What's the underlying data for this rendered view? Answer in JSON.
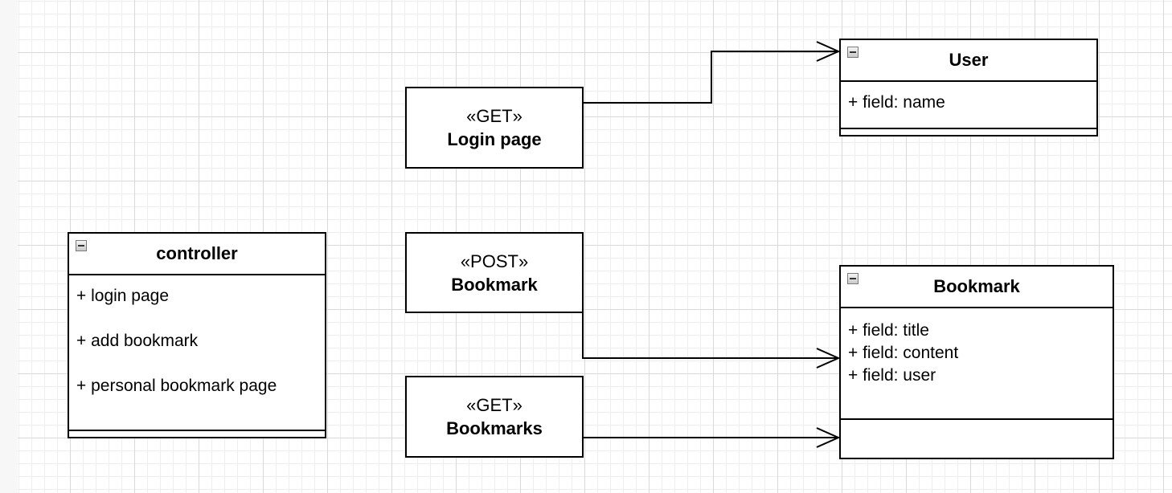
{
  "diagram": {
    "endpoints": [
      {
        "id": "login",
        "stereotype": "«GET»",
        "name": "Login page"
      },
      {
        "id": "post-bookmark",
        "stereotype": "«POST»",
        "name": "Bookmark"
      },
      {
        "id": "get-bookmarks",
        "stereotype": "«GET»",
        "name": "Bookmarks"
      }
    ],
    "classes": {
      "controller": {
        "title": "controller",
        "attributes": [
          "+ login page",
          "+ add bookmark",
          "+ personal bookmark page"
        ]
      },
      "user": {
        "title": "User",
        "attributes": [
          "+ field: name"
        ]
      },
      "bookmark": {
        "title": "Bookmark",
        "attributes": [
          "+ field: title",
          "+ field: content",
          "+ field: user"
        ]
      }
    }
  }
}
